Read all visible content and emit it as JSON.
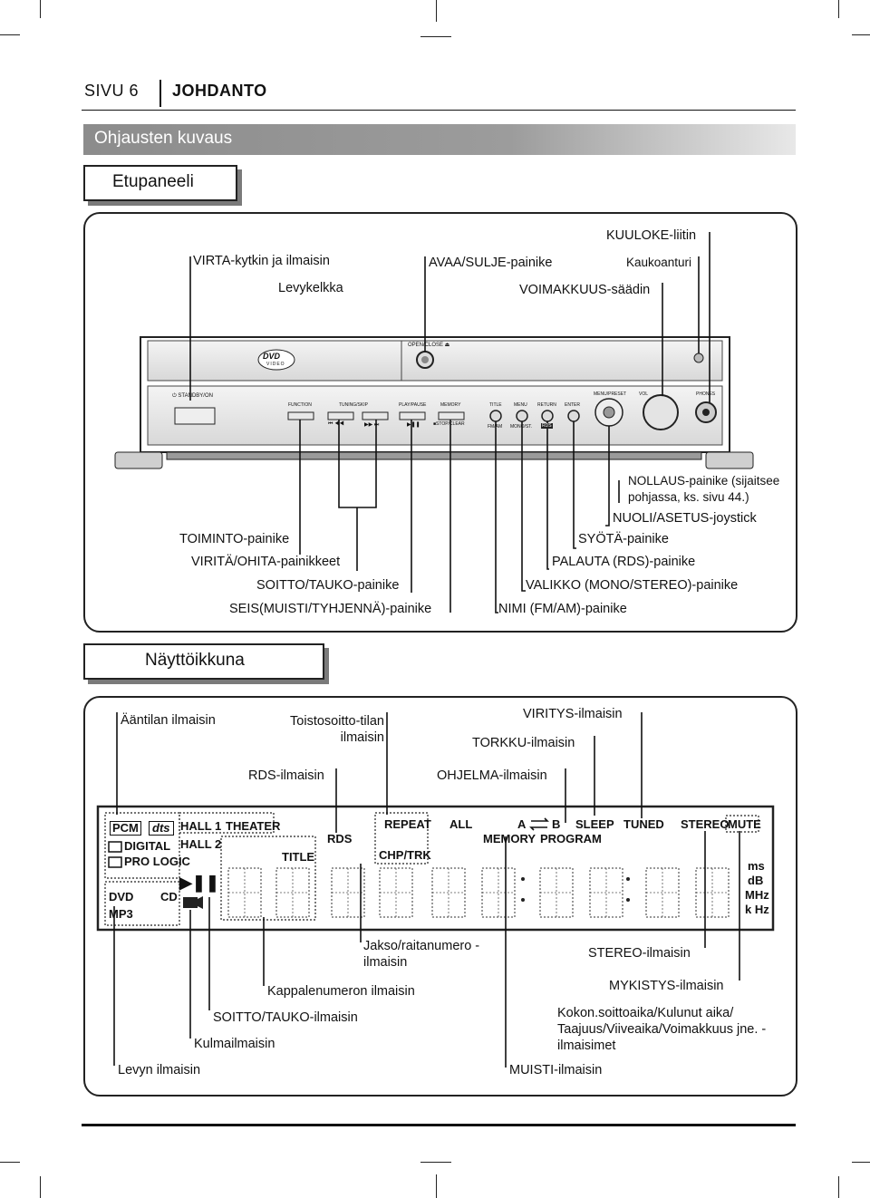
{
  "header": {
    "page": "SIVU 6",
    "chapter": "JOHDANTO"
  },
  "banner": "Ohjausten kuvaus",
  "front_panel": {
    "title": "Etupaneeli",
    "labels": {
      "kuuloke": "KUULOKE-liitin",
      "virta": "VIRTA-kytkin ja ilmaisin",
      "avaa": "AVAA/SULJE-painike",
      "kaukoanturi": "Kaukoanturi",
      "levykelkka": "Levykelkka",
      "voimakkuus": "VOIMAKKUUS-säädin",
      "nollaus": "NOLLAUS-painike (sijaitsee pohjassa, ks. sivu 44.)",
      "nuoli": "NUOLI/ASETUS-joystick",
      "toiminto": "TOIMINTO-painike",
      "syota": "SYÖTÄ-painike",
      "viritaohita": "VIRITÄ/OHITA-painikkeet",
      "palauta": "PALAUTA (RDS)-painike",
      "soittotauko": "SOITTO/TAUKO-painike",
      "valikko": "VALIKKO (MONO/STEREO)-painike",
      "seis": "SEIS(MUISTI/TYHJENNÄ)-painike",
      "nimi": "NIMI (FM/AM)-painike"
    },
    "device": {
      "logo_main": "DVD",
      "logo_sub": "VIDEO",
      "open_close": "OPEN/CLOSE ⏏",
      "standby": "⏻ STANDBY/ON",
      "function": "FUNCTION",
      "tuning": "TUNING/SKIP",
      "play": "PLAY/PAUSE",
      "memory": "MEMORY",
      "title": "TITLE",
      "menu": "MENU",
      "return": "RETURN",
      "enter": "ENTER",
      "menupreset": "MENU/PRESET",
      "vol": "VOL",
      "phones": "PHONES",
      "skip_back": "⏮ ◀◀",
      "skip_fwd": "▶▶ ⏭",
      "playpause_sym": "▶❚❚",
      "stopclear": "■STOP/CLEAR",
      "fmam": "FM/AM",
      "monost": "MONO/ST.",
      "rds": "RDS"
    }
  },
  "display_window": {
    "title": "Näyttöikkuna",
    "labels": {
      "aantila": "Ääntilan ilmaisin",
      "toisto": "Toistosoitto-tilan ilmaisin",
      "viritys": "VIRITYS-ilmaisin",
      "torkku": "TORKKU-ilmaisin",
      "rds": "RDS-ilmaisin",
      "ohjelma": "OHJELMA-ilmaisin",
      "jakso": "Jakso/raitanumero -ilmaisin",
      "stereo": "STEREO-ilmaisin",
      "kappale": "Kappalenumeron ilmaisin",
      "mykistys": "MYKISTYS-ilmaisin",
      "soittotauko": "SOITTO/TAUKO-ilmaisin",
      "kokon": "Kokon.soittoaika/Kulunut aika/ Taajuus/Viiveaika/Voimakkuus jne. -ilmaisimet",
      "kulma": "Kulmailmaisin",
      "levyn": "Levyn ilmaisin",
      "muisti": "MUISTI-ilmaisin"
    },
    "vfd": {
      "pcm": "PCM",
      "dts": "dts",
      "digital": "DIGITAL",
      "prologic": "PRO LOGIC",
      "dvd": "DVD",
      "cd": "CD",
      "mp3": "MP3",
      "hall1": "HALL 1",
      "hall2": "HALL 2",
      "theater": "THEATER",
      "title": "TITLE",
      "rds": "RDS",
      "repeat": "REPEAT",
      "all": "ALL",
      "chptrk": "CHP/TRK",
      "a": "A",
      "b": "B",
      "memory": "MEMORY",
      "program": "PROGRAM",
      "sleep": "SLEEP",
      "tuned": "TUNED",
      "stereo": "STEREO",
      "mute": "MUTE",
      "ms": "ms",
      "db": "dB",
      "mhz": "MHz",
      "khz": "k Hz",
      "playpause_sym": "▶❚❚"
    }
  }
}
